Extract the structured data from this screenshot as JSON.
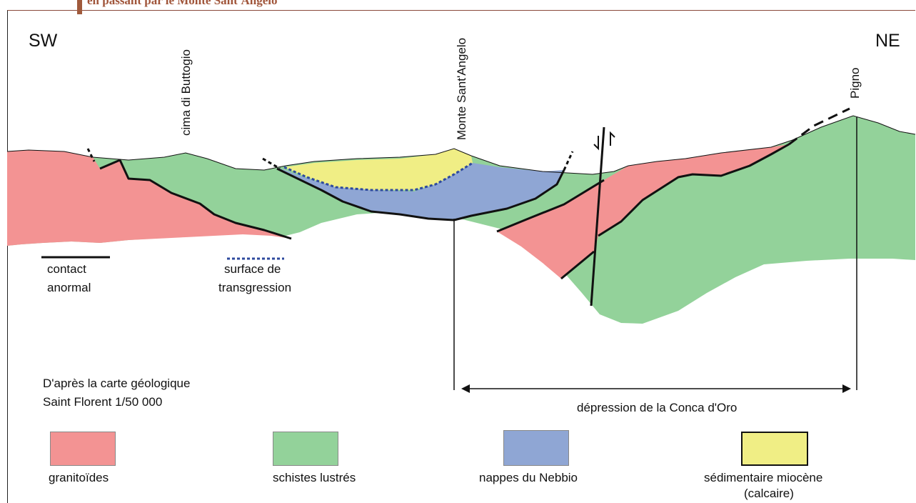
{
  "title": "en passant par le Monte Sant'Angelo",
  "orientation": {
    "left": "SW",
    "right": "NE"
  },
  "peaks": [
    {
      "name": "cima di Buttogio"
    },
    {
      "name": "Monte Sant'Angelo"
    },
    {
      "name": "Pigno"
    }
  ],
  "legend_lines": {
    "contact": "contact\nanormal",
    "contact_l1": "contact",
    "contact_l2": "anormal",
    "transgression_l1": "surface de",
    "transgression_l2": "transgression"
  },
  "source": {
    "line1": "D'après la carte géologique",
    "line2": "Saint Florent 1/50 000"
  },
  "depression_label": "dépression de la Conca d'Oro",
  "units": [
    {
      "name": "granitoïdes",
      "color": "#f39393"
    },
    {
      "name": "schistes lustrés",
      "color": "#93d29a"
    },
    {
      "name": "nappes du Nebbio",
      "color": "#8fa6d4"
    },
    {
      "name": "sédimentaire miocène",
      "note": "(calcaire)",
      "color": "#f0ee85"
    }
  ],
  "colors": {
    "granitoides": "#f39393",
    "schistes": "#93d29a",
    "nebbio": "#8fa6d4",
    "miocene": "#f0ee85",
    "contact_line": "#111111",
    "transgression_line": "#2e4a9e"
  }
}
